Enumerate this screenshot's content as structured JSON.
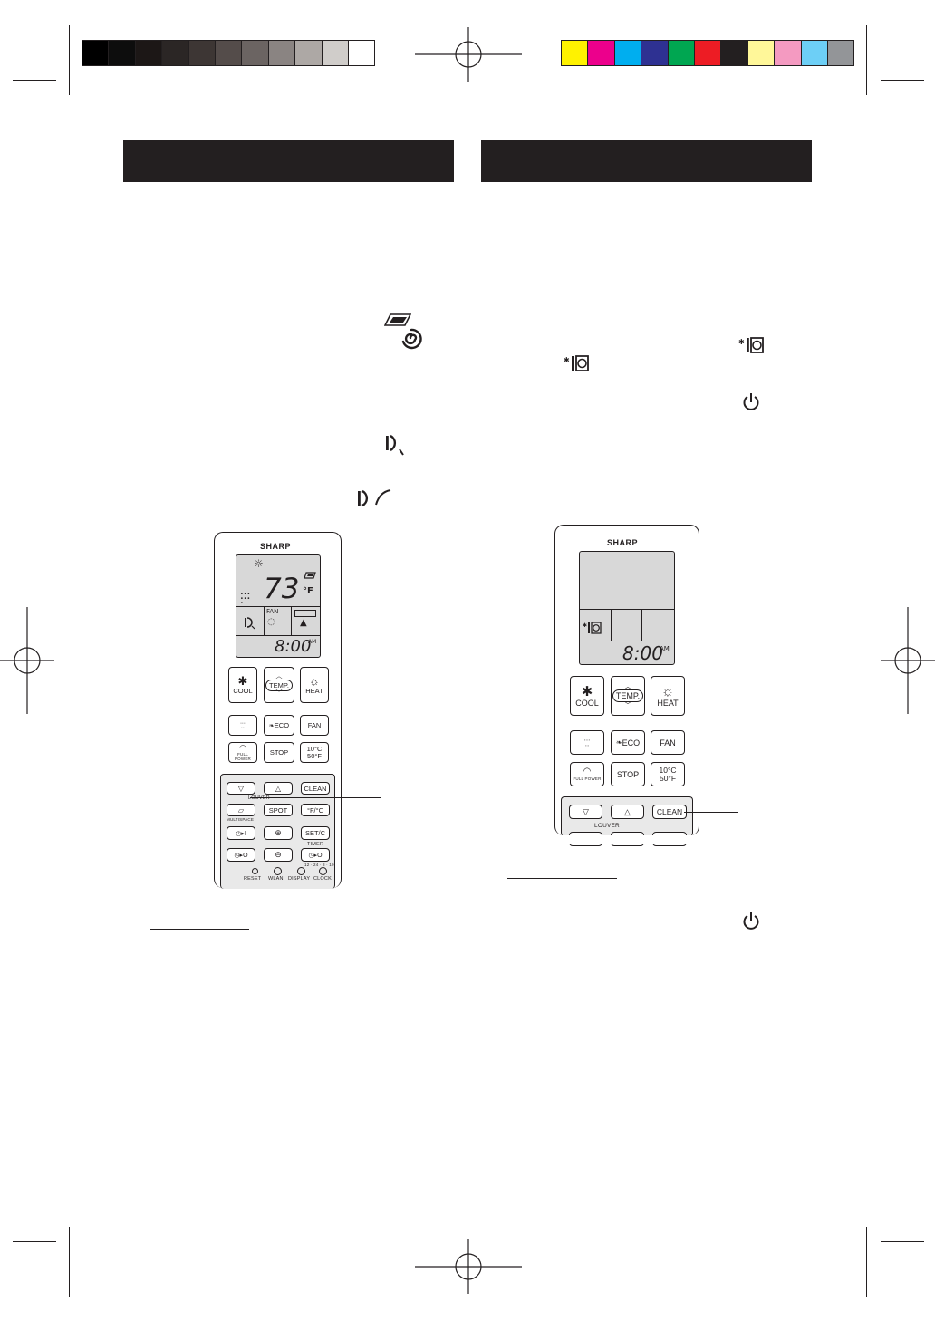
{
  "colors": {
    "ink": "#231f20",
    "gray_strip": [
      "#000000",
      "#0d0d0d",
      "#1c1716",
      "#2b2625",
      "#3d3634",
      "#544c4a",
      "#6b6462",
      "#8a8482",
      "#ada8a5",
      "#d0cdca",
      "#ffffff"
    ],
    "color_strip": [
      "#fff200",
      "#ec008c",
      "#00aeef",
      "#2e3192",
      "#00a651",
      "#ed1c24",
      "#231f20",
      "#fff799",
      "#f49ac1",
      "#6dcff6",
      "#939598"
    ],
    "lcd_background": "#d8d8d8"
  },
  "remote_left": {
    "brand": "SHARP",
    "lcd": {
      "temperature": "73",
      "unit": "°F",
      "fan_label": "FAN",
      "clock": "8:00",
      "ampm": "AM"
    },
    "buttons": {
      "cool": "COOL",
      "temp": "TEMP.",
      "heat": "HEAT",
      "eco": "ECO",
      "fan": "FAN",
      "full_power": "FULL POWER",
      "stop": "STOP",
      "ten_c": "10°C",
      "fifty_f": "50°F",
      "clean": "CLEAN",
      "louver": "LOUVER",
      "multispace": "MULTISPACE",
      "spot": "SPOT",
      "fc": "°F/°C",
      "set_c": "SET/C",
      "timer": "TIMER",
      "twelve_hour": "12 · 24 · 8 · 10",
      "reset": "RESET",
      "wlan": "WLAN",
      "display": "DISPLAY",
      "clock": "CLOCK"
    }
  },
  "remote_right": {
    "brand": "SHARP",
    "lcd": {
      "clock": "8:00",
      "ampm": "AM"
    },
    "buttons": {
      "cool": "COOL",
      "temp": "TEMP.",
      "heat": "HEAT",
      "eco": "ECO",
      "fan": "FAN",
      "full_power": "FULL POWER",
      "stop": "STOP",
      "ten_c": "10°C",
      "fifty_f": "50°F",
      "clean": "CLEAN",
      "louver": "LOUVER"
    }
  }
}
